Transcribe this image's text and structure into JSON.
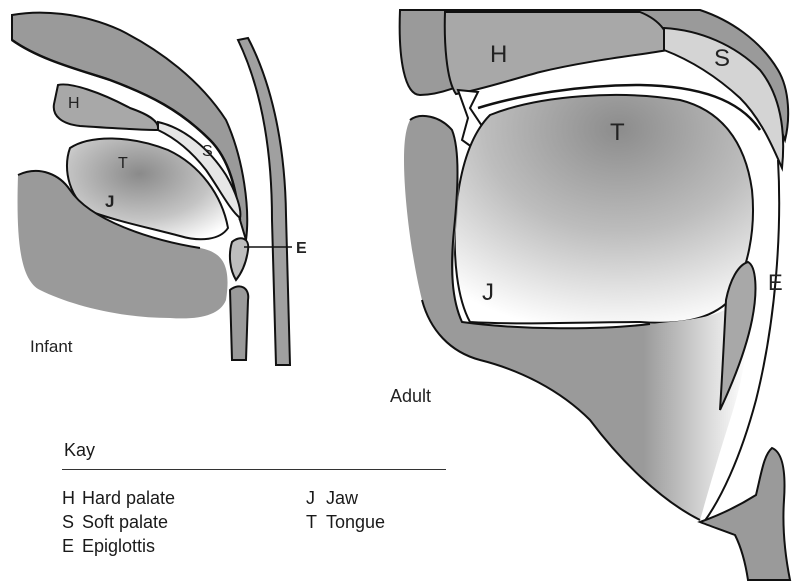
{
  "figure": {
    "infant": {
      "caption": "Infant",
      "labels": {
        "hard_palate": "H",
        "soft_palate": "S",
        "tongue": "T",
        "jaw": "J",
        "epiglottis": "E"
      }
    },
    "adult": {
      "caption": "Adult",
      "labels": {
        "hard_palate": "H",
        "soft_palate": "S",
        "tongue": "T",
        "jaw": "J",
        "epiglottis": "E"
      }
    }
  },
  "key": {
    "title": "Kay",
    "items": [
      {
        "letter": "H",
        "text": "Hard palate"
      },
      {
        "letter": "J",
        "text": "Jaw"
      },
      {
        "letter": "S",
        "text": "Soft palate"
      },
      {
        "letter": "T",
        "text": "Tongue"
      },
      {
        "letter": "E",
        "text": "Epiglottis"
      }
    ]
  },
  "colors": {
    "tissue": "#9a9a9a",
    "outline": "#111111",
    "background": "#ffffff"
  }
}
